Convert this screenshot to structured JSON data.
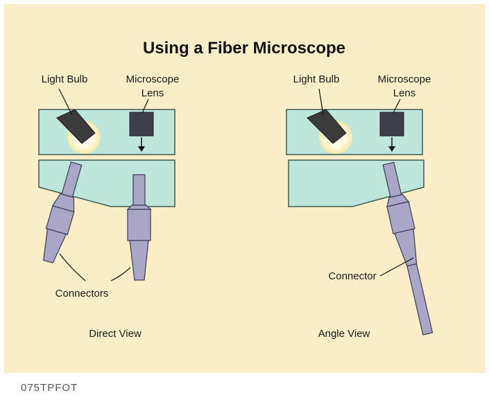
{
  "diagram": {
    "title": "Using a Fiber Microscope",
    "figure_code": "075TPFOT",
    "colors": {
      "background": "#faeec8",
      "housing": "#bfe6da",
      "housing_stroke": "#3c5a50",
      "connector": "#a9a6c8",
      "connector_stroke": "#3b3a52",
      "bulb": "#3b3b3b",
      "lens": "#3d3f4a",
      "glow": "#fffbe0"
    },
    "left_view": {
      "caption": "Direct View",
      "light_bulb_label": "Light Bulb",
      "lens_label_line1": "Microscope",
      "lens_label_line2": "Lens",
      "connector_label": "Connectors"
    },
    "right_view": {
      "caption": "Angle View",
      "light_bulb_label": "Light Bulb",
      "lens_label_line1": "Microscope",
      "lens_label_line2": "Lens",
      "connector_label": "Connector"
    }
  }
}
